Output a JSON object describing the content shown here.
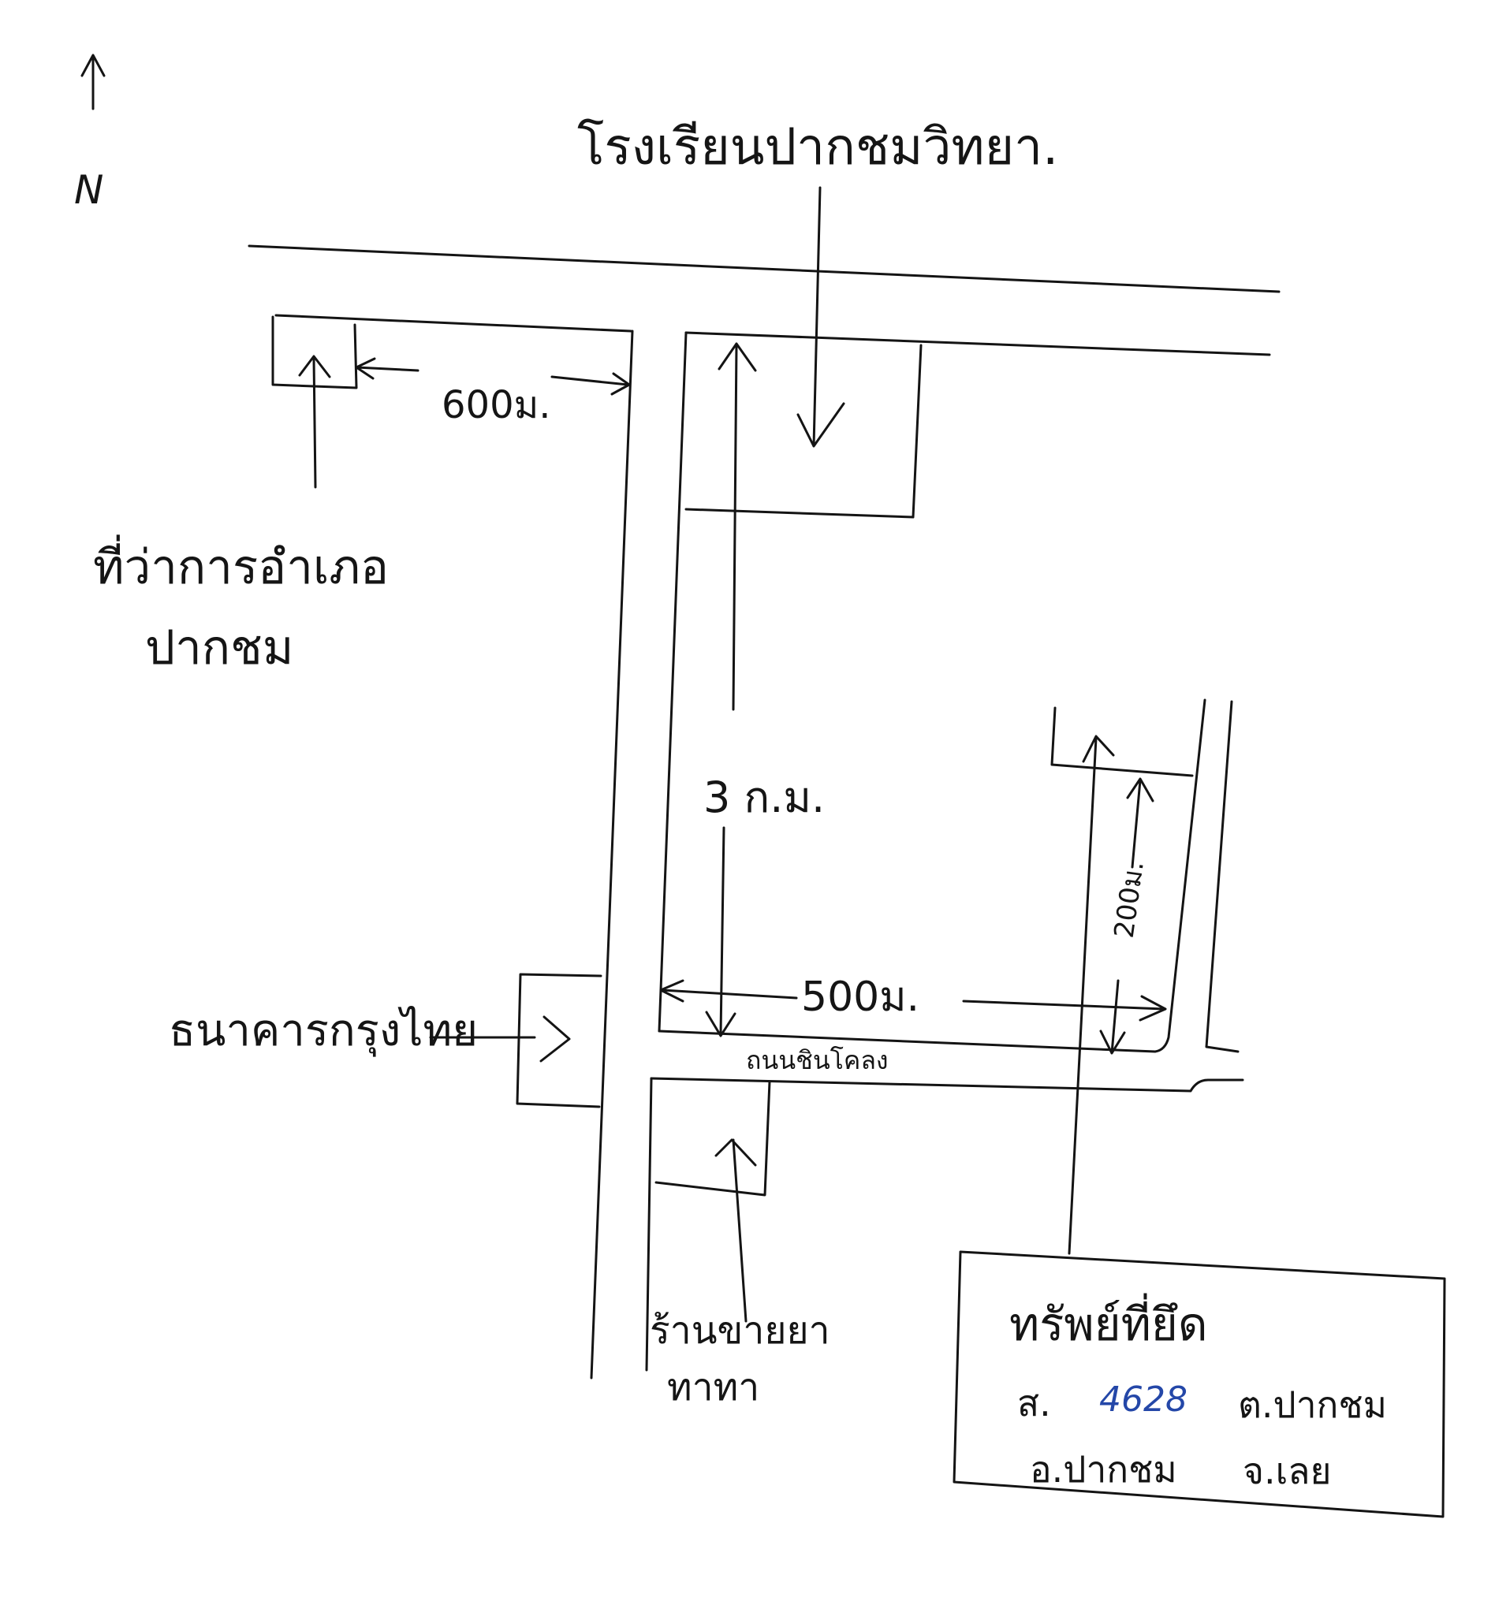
{
  "north": {
    "letter": "N"
  },
  "labels": {
    "school": "โรงเรียนปากชมวิทยา.",
    "district_office": "ที่ว่าการอำเภอ",
    "district_office_line2": "ปากชม",
    "bank": "ธนาคารกรุงไทย",
    "shop": "ร้านขายยา",
    "shop_line2": "ทาทา",
    "lane_name": "ถนนชินโคลง",
    "dist_top": "600ม.",
    "dist_vertical": "3 ก.ม.",
    "dist_horizontal": "500ม.",
    "dist_right": "200ม."
  },
  "property": {
    "title": "ทรัพย์ที่ยึด",
    "deed_prefix": "ส.",
    "deed_number": "4628",
    "subdistrict": "ต.ปากชม",
    "district": "อ.ปากชม",
    "province": "จ.เลย"
  },
  "colors": {
    "ink": "#141414",
    "deed_number": "#2447a8"
  }
}
